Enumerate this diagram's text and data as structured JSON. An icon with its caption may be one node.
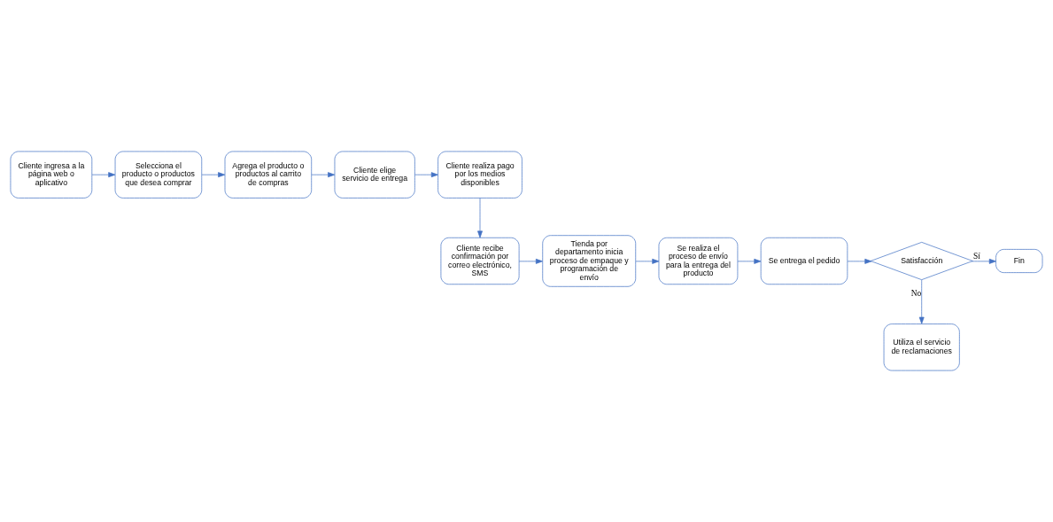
{
  "diagram": {
    "nodes": [
      {
        "text": [
          "Cliente ingresa a la página web o aplicativo"
        ]
      },
      {
        "text": [
          "Selecciona el producto o productos que desea comprar"
        ]
      },
      {
        "text": [
          "Agrega el producto o productos al carrito de compras"
        ]
      },
      {
        "text": [
          "Cliente elige servicio de entrega"
        ]
      },
      {
        "text": [
          "Cliente realiza pago por los medios disponibles"
        ]
      },
      {
        "text": [
          "Cliente recibe confirmación por correo electrónico, SMS"
        ]
      },
      {
        "text": [
          "Tienda por departamento inicia proceso de empaque y programación de envío"
        ]
      },
      {
        "text": [
          "Se realiza el proceso de envío para la entrega del producto"
        ]
      },
      {
        "text": [
          "Se entrega el pedido"
        ]
      },
      {
        "text": [
          "Satisfacción"
        ]
      },
      {
        "text": [
          "Fin"
        ]
      },
      {
        "text": [
          "Utiliza el servicio de reclamaciones"
        ]
      }
    ],
    "edges": [
      {
        "from": 0,
        "to": 1,
        "arrow": "to"
      },
      {
        "from": 1,
        "to": 2,
        "arrow": "to"
      },
      {
        "from": 2,
        "to": 3,
        "arrow": "to"
      },
      {
        "from": 3,
        "to": 4,
        "arrow": "to"
      },
      {
        "from": 4,
        "to": 5,
        "arrow": "to"
      },
      {
        "from": 5,
        "to": 6,
        "arrow": "to"
      },
      {
        "from": 6,
        "to": 7,
        "arrow": "to"
      },
      {
        "from": 7,
        "to": 8,
        "arrow": "to"
      },
      {
        "from": 8,
        "to": 9,
        "arrow": "to"
      },
      {
        "from": 9,
        "to": 10,
        "label": "Sí",
        "arrow": "to"
      },
      {
        "from": 9,
        "to": 11,
        "label": "No",
        "arrow": "to"
      }
    ]
  }
}
